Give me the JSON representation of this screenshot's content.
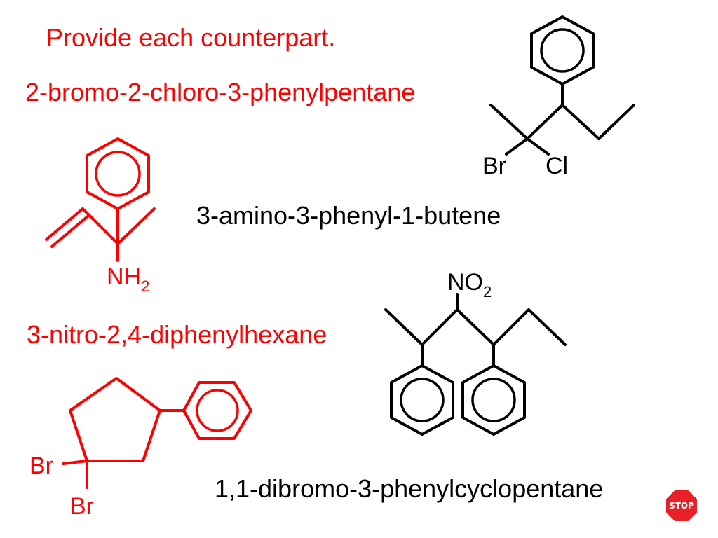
{
  "title": "Provide each counterpart.",
  "names": {
    "n1": "2-bromo-2-chloro-3-phenylpentane",
    "n2": "3-amino-3-phenyl-1-butene",
    "n3": "3-nitro-2,4-diphenylhexane",
    "n4": "1,1-dibromo-3-phenylcyclopentane"
  },
  "atoms": {
    "br1": "Br",
    "cl1": "Cl",
    "nh": "NH",
    "nh_sub": "2",
    "no": "NO",
    "no_sub": "2",
    "br_a": "Br",
    "br_b": "Br"
  },
  "stop_label": "STOP",
  "colors": {
    "red": "#ff0000",
    "black": "#000000",
    "stop": "#e8202a"
  }
}
